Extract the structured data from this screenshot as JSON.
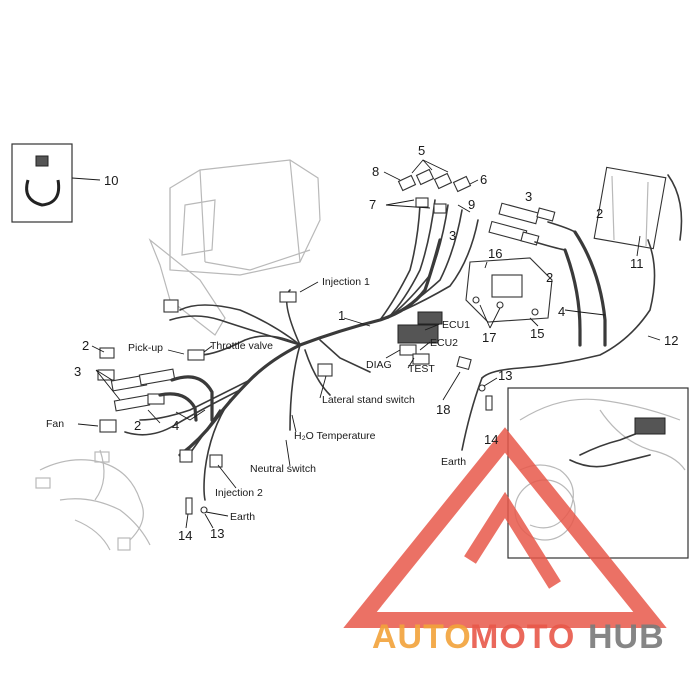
{
  "labels": {
    "injection1": "Injection 1",
    "pickup": "Pick-up",
    "throttle_valve": "Throttle valve",
    "fan": "Fan",
    "h2o_temperature": "H₂O Temperature",
    "neutral_switch": "Neutral switch",
    "injection2": "Injection 2",
    "earth_left": "Earth",
    "lateral_stand_switch": "Lateral stand switch",
    "ecu1": "ECU1",
    "ecu2": "ECU2",
    "diag": "DIAG",
    "test": "TEST",
    "earth_right": "Earth"
  },
  "part_numbers": {
    "n1": "1",
    "n2a": "2",
    "n2b": "2",
    "n2c": "2",
    "n2d": "2",
    "n3a": "3",
    "n3b": "3",
    "n3c": "3",
    "n4a": "4",
    "n4b": "4",
    "n5": "5",
    "n6": "6",
    "n7": "7",
    "n8": "8",
    "n9": "9",
    "n10": "10",
    "n11": "11",
    "n12": "12",
    "n13a": "13",
    "n13b": "13",
    "n14a": "14",
    "n14b": "14",
    "n15": "15",
    "n16": "16",
    "n17": "17",
    "n18": "18"
  },
  "watermark": {
    "part1": "AUTO",
    "part2": "MOTO",
    "part3": "HUB"
  },
  "colors": {
    "watermark_red": "#e8584a",
    "watermark_orange": "#f2a33a",
    "watermark_gray": "#7a7a7a",
    "line": "#333333"
  }
}
